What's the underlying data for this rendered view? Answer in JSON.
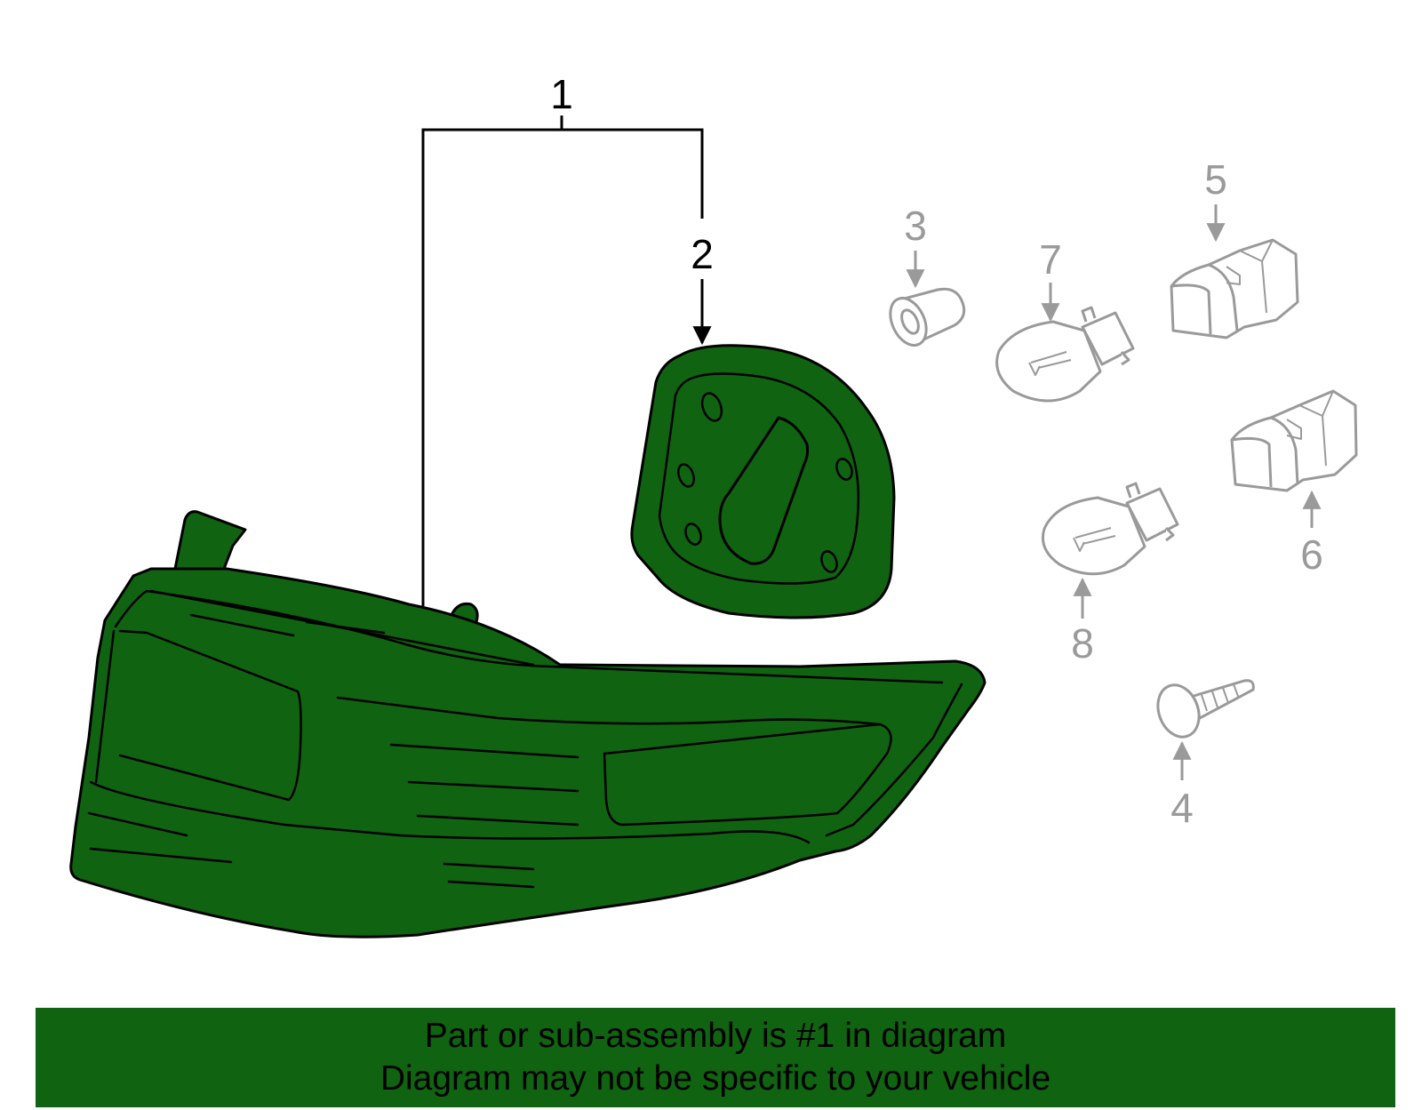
{
  "callouts": {
    "c1": "1",
    "c2": "2",
    "c3": "3",
    "c4": "4",
    "c5": "5",
    "c6": "6",
    "c7": "7",
    "c8": "8"
  },
  "footer": {
    "line1": "Part or sub-assembly is #1 in diagram",
    "line2": "Diagram may not be specific to your vehicle"
  },
  "colors": {
    "highlight": "#106310",
    "outline": "#000000",
    "dim_part": "#9a9a9a"
  }
}
